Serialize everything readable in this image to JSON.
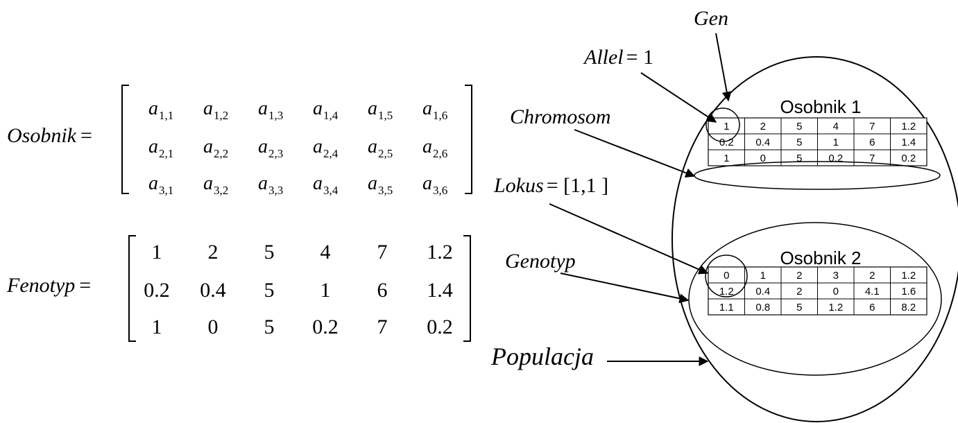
{
  "matrices": {
    "osobnik": {
      "label": "Osobnik",
      "eq": "=",
      "symbol": "a",
      "rows": [
        [
          "1,1",
          "1,2",
          "1,3",
          "1,4",
          "1,5",
          "1,6"
        ],
        [
          "2,1",
          "2,2",
          "2,3",
          "2,4",
          "2,5",
          "2,6"
        ],
        [
          "3,1",
          "3,2",
          "3,3",
          "3,4",
          "3,5",
          "3,6"
        ]
      ]
    },
    "fenotyp": {
      "label": "Fenotyp",
      "eq": "=",
      "rows": [
        [
          "1",
          "2",
          "5",
          "4",
          "7",
          "1.2"
        ],
        [
          "0.2",
          "0.4",
          "5",
          "1",
          "6",
          "1.4"
        ],
        [
          "1",
          "0",
          "5",
          "0.2",
          "7",
          "0.2"
        ]
      ]
    }
  },
  "labels": {
    "gen": "Gen",
    "allel": "Allel",
    "allel_value": "= 1",
    "chromosom": "Chromosom",
    "lokus": "Lokus",
    "lokus_value": "= [1,1 ]",
    "genotyp": "Genotyp",
    "populacja": "Populacja"
  },
  "individuals": [
    {
      "title": "Osobnik 1",
      "rows": [
        [
          "1",
          "2",
          "5",
          "4",
          "7",
          "1.2"
        ],
        [
          "0.2",
          "0.4",
          "5",
          "1",
          "6",
          "1.4"
        ],
        [
          "1",
          "0",
          "5",
          "0.2",
          "7",
          "0.2"
        ]
      ]
    },
    {
      "title": "Osobnik 2",
      "rows": [
        [
          "0",
          "1",
          "2",
          "3",
          "2",
          "1.2"
        ],
        [
          "1.2",
          "0.4",
          "2",
          "0",
          "4.1",
          "1.6"
        ],
        [
          "1.1",
          "0.8",
          "5",
          "1.2",
          "6",
          "8.2"
        ]
      ]
    }
  ]
}
